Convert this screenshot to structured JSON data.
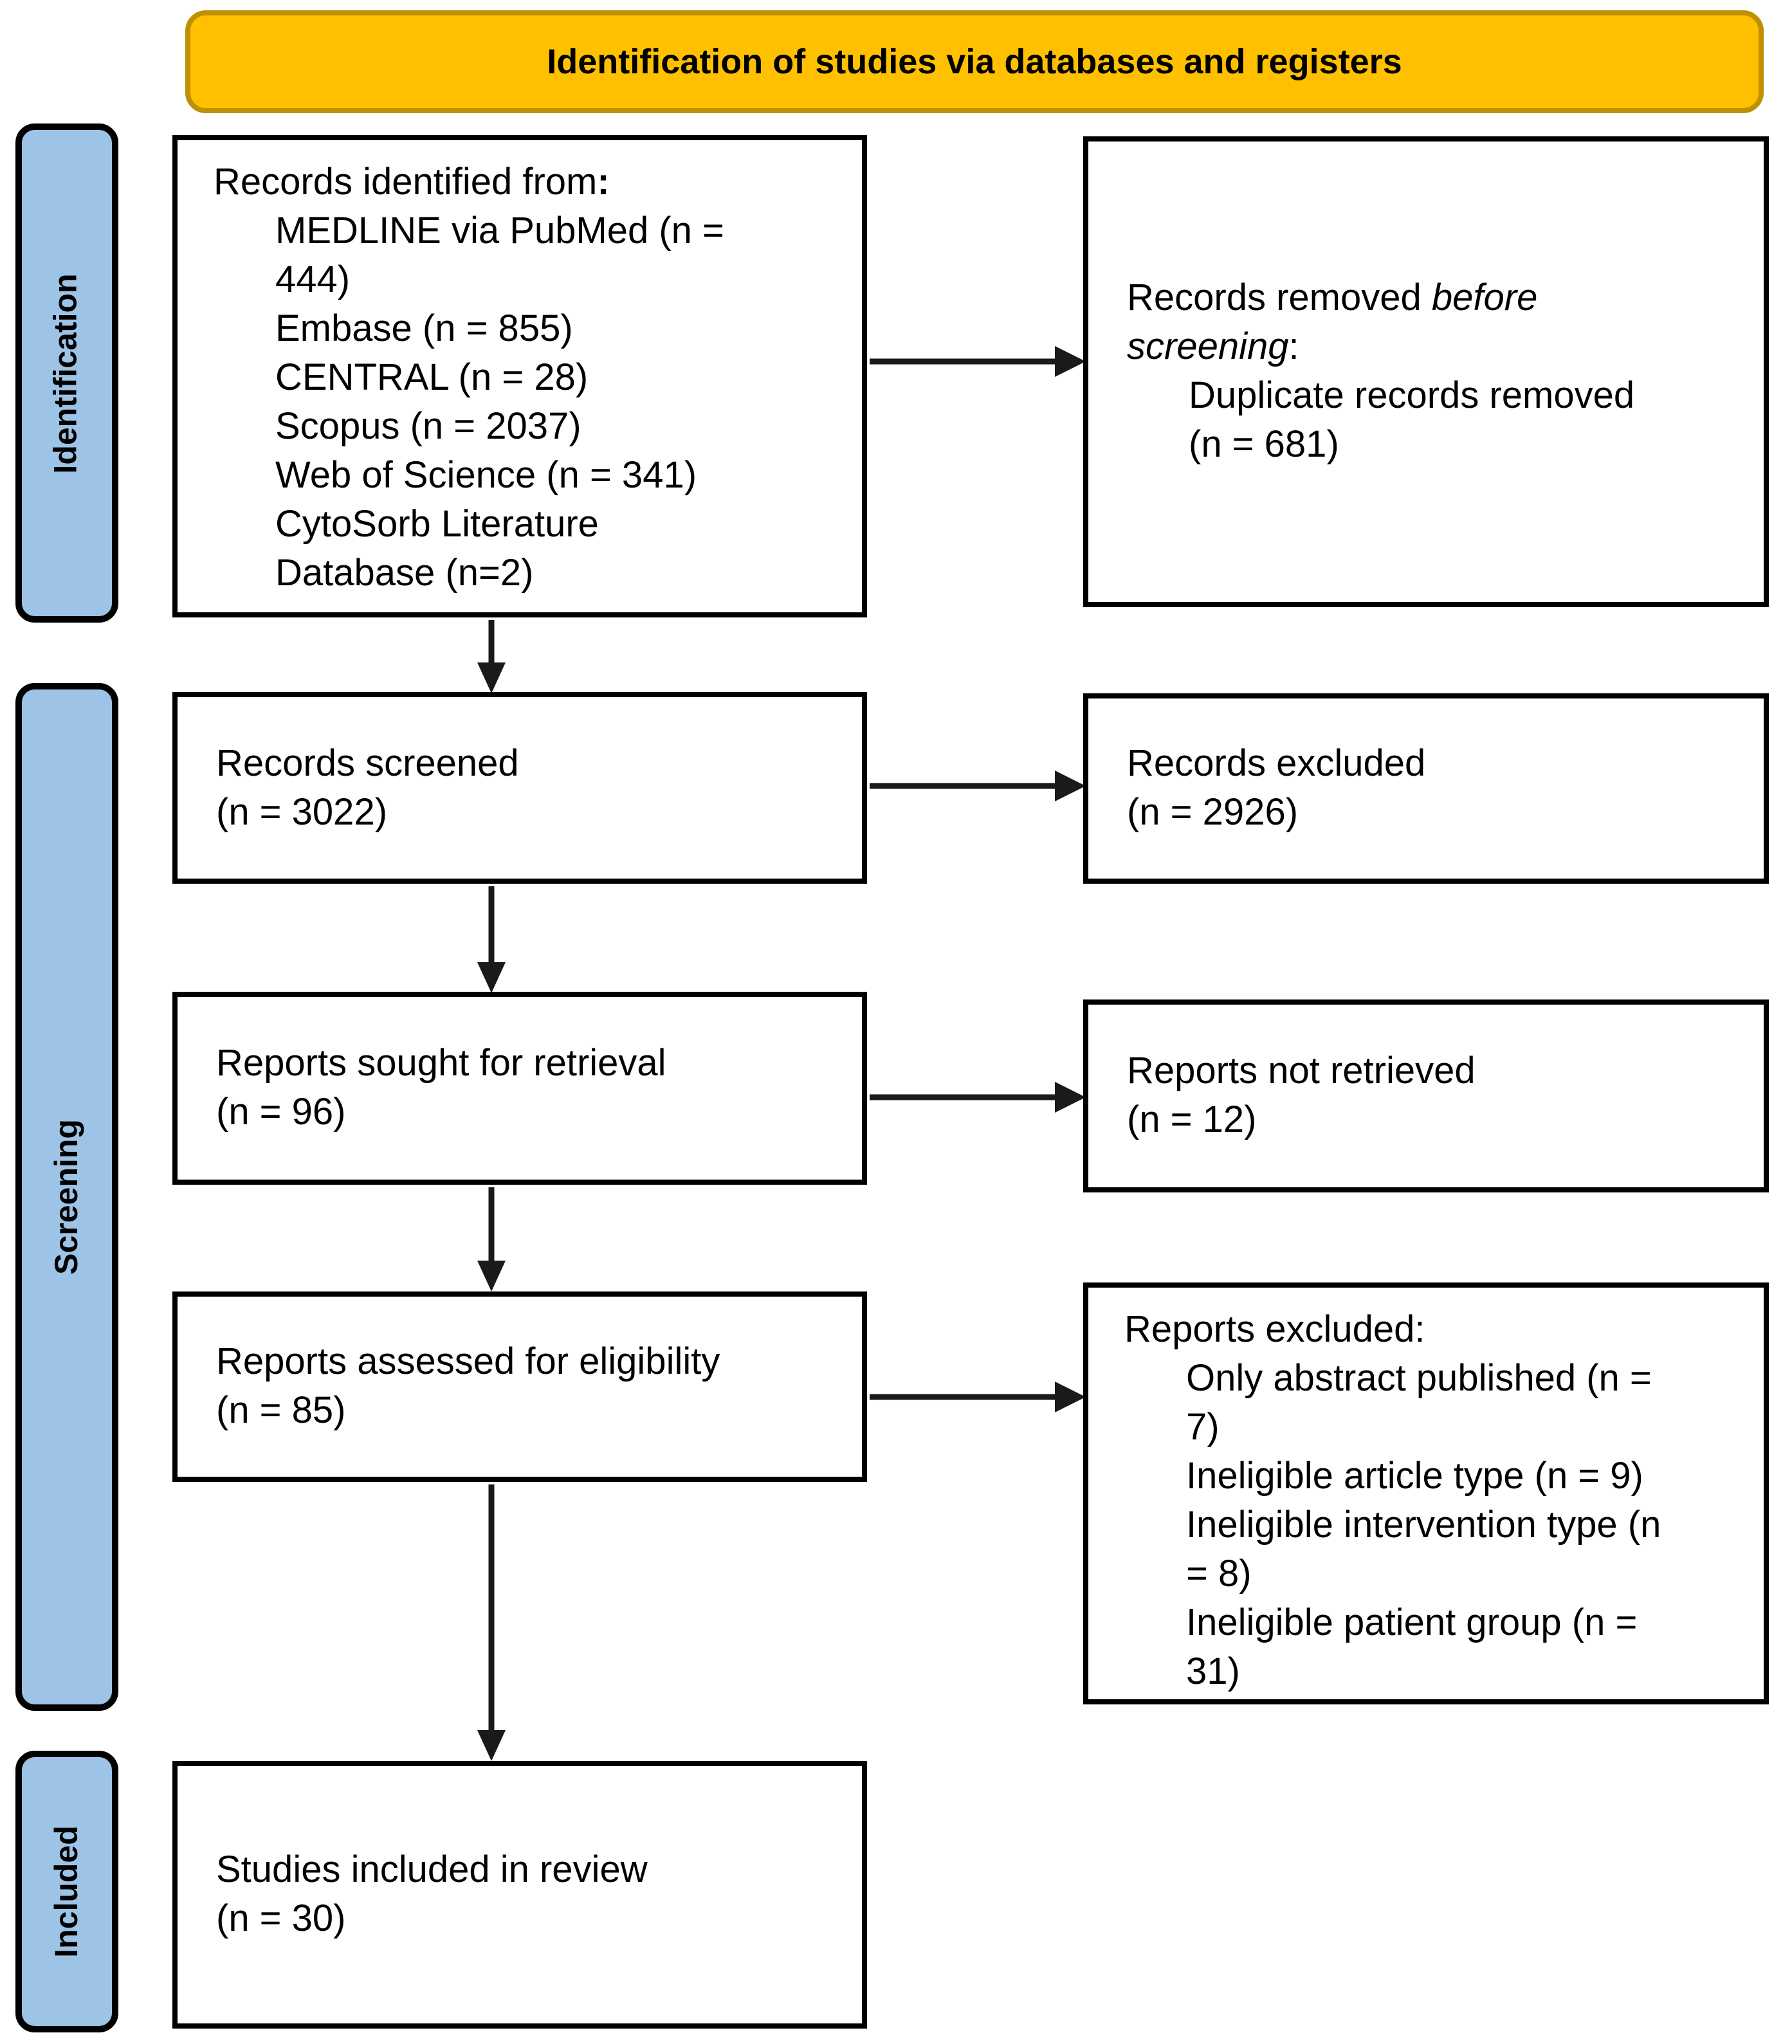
{
  "title": {
    "banner": "Identification of studies via databases and registers"
  },
  "colors": {
    "banner_fill": "#FFC000",
    "banner_border": "#BF9000",
    "stage_fill": "#9DC3E6",
    "box_fill": "#FFFFFF",
    "box_border": "#000000",
    "arrow": "#1A1A1A",
    "text": "#000000"
  },
  "stages": {
    "identification": "Identification",
    "screening": "Screening",
    "included": "Included"
  },
  "boxes": {
    "identified": {
      "intro": "Records identified from",
      "intro_colon": ":",
      "items": [
        "MEDLINE via PubMed (n =\n444)",
        "Embase (n = 855)",
        "CENTRAL (n = 28)",
        "Scopus (n = 2037)",
        "Web of Science (n = 341)",
        "CytoSorb Literature\nDatabase (n=2)"
      ]
    },
    "removed_before_screening": {
      "intro_plain": "Records removed ",
      "intro_italic_line1": "before",
      "intro_italic_line2": "screening",
      "intro_colon": ":",
      "items": [
        "Duplicate records removed\n(n = 681)"
      ]
    },
    "screened": {
      "line1": "Records screened",
      "line2": "(n = 3022)"
    },
    "records_excluded": {
      "line1": "Records excluded",
      "line2": "(n = 2926)"
    },
    "sought": {
      "line1": "Reports sought for retrieval",
      "line2": "(n = 96)"
    },
    "not_retrieved": {
      "line1": "Reports not retrieved",
      "line2": "(n = 12)"
    },
    "assessed": {
      "line1": "Reports assessed for eligibility",
      "line2": "(n = 85)"
    },
    "reports_excluded": {
      "intro": "Reports excluded:",
      "items": [
        "Only abstract published (n =\n7)",
        "Ineligible article type (n = 9)",
        "Ineligible intervention type (n\n= 8)",
        "Ineligible patient group (n =\n31)"
      ]
    },
    "included_review": {
      "line1": "Studies included in review",
      "line2": "(n = 30)"
    }
  }
}
